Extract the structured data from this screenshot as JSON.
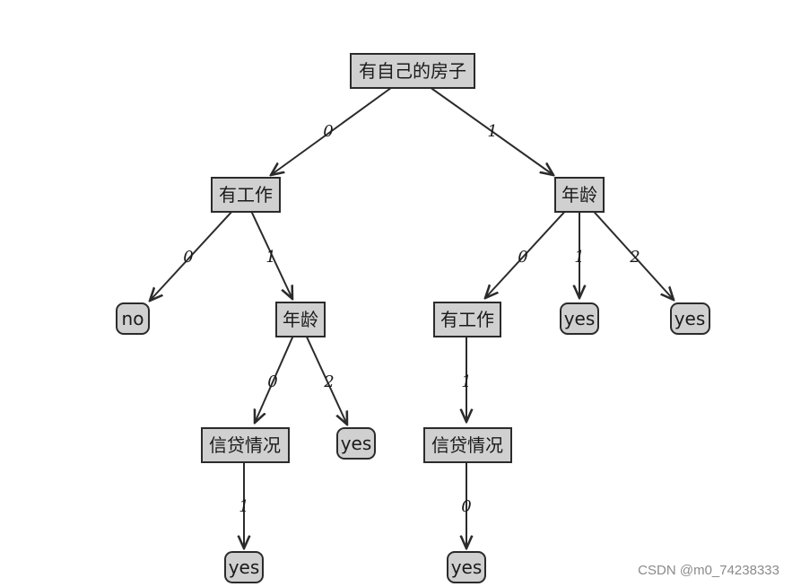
{
  "nodes": {
    "root": "有自己的房子",
    "work_left": "有工作",
    "age_right": "年龄",
    "leaf_no": "no",
    "age_mid": "年龄",
    "work_mid": "有工作",
    "leaf_yes_r1": "yes",
    "leaf_yes_r2": "yes",
    "credit_left": "信贷情况",
    "leaf_yes_mid": "yes",
    "credit_mid": "信贷情况",
    "leaf_yes_bl": "yes",
    "leaf_yes_bm": "yes"
  },
  "edges": {
    "root_work": "0",
    "root_age": "1",
    "work_no": "0",
    "work_age": "1",
    "ageR_work": "0",
    "ageR_yes1": "1",
    "ageR_yes2": "2",
    "ageM_credit": "0",
    "ageM_yes": "2",
    "workM_credit": "1",
    "creditL_yes": "1",
    "creditM_yes": "0"
  },
  "colors": {
    "node_fill": "#d0d0d0",
    "line": "#2b2b2b"
  },
  "watermark": "CSDN @m0_74238333"
}
